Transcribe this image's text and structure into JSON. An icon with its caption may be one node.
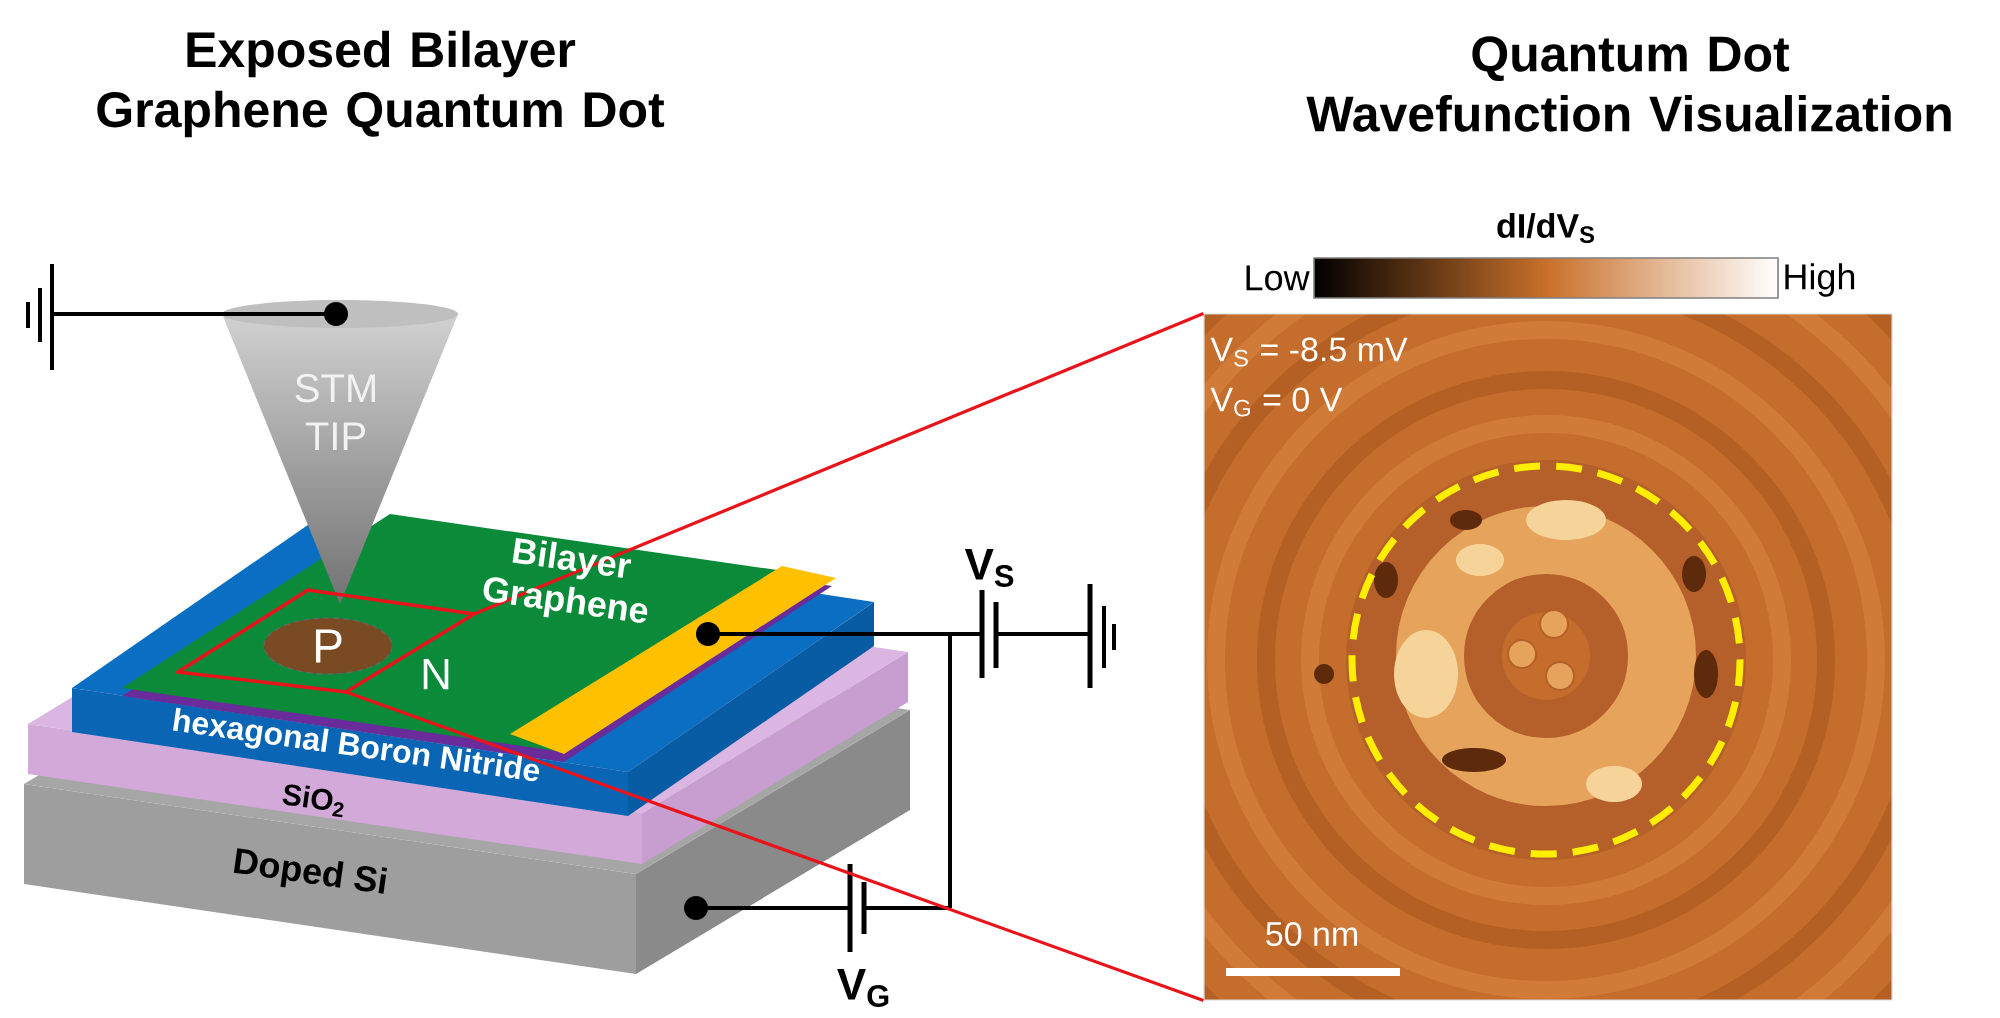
{
  "diagram": {
    "nodes": [
      {
        "text": [],
        "shape": "box"
      },
      {
        "text": [],
        "shape": "picture"
      }
    ],
    "edges": [
      {
        "from": 0,
        "to": 1,
        "arrow": "none"
      },
      {
        "from": 0,
        "to": 1,
        "arrow": "none"
      }
    ],
    "labels": [
      "Exposed Bilayer Graphene Quantum Dot",
      "Quantum Dot Wavefunction Visualization",
      "STM TIP",
      "Bilayer Graphene",
      "P",
      "N",
      "hexagonal Boron Nitride",
      "SiO$_{2}$",
      "Doped Si",
      "V$_{S}$",
      "V$_{G}$",
      "dI/dV$_{S}$",
      "Low",
      "High",
      "V$_{S}$ = -8.5 mV",
      "V$_{G}$ = 0 V",
      "50 nm"
    ]
  }
}
